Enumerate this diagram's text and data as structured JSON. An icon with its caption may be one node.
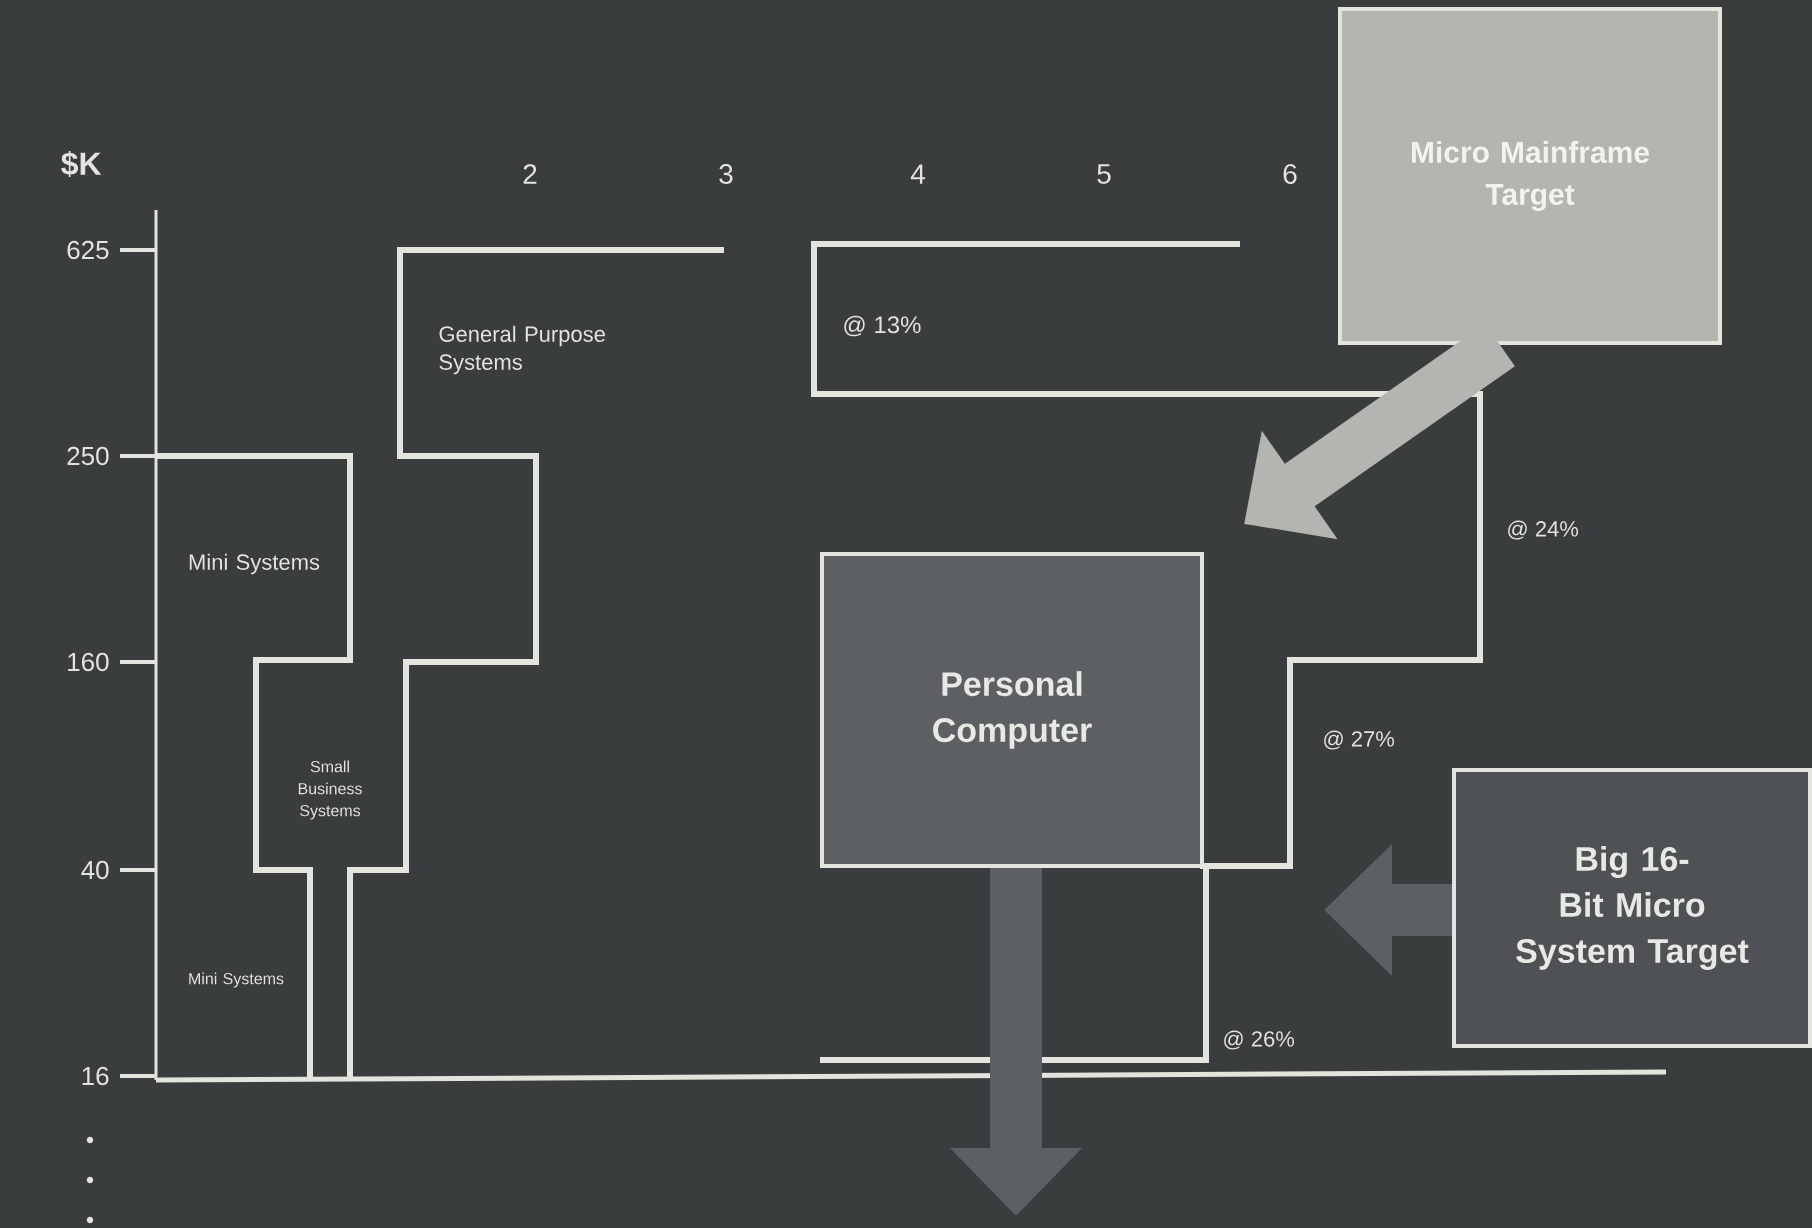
{
  "diagram": {
    "nodes": [
      {
        "text": [
          "Micro Mainframe Target"
        ]
      },
      {
        "text": [
          "Personal Computer"
        ]
      },
      {
        "text": [
          "Big 16-Bit Micro System Target"
        ]
      }
    ],
    "edges": [
      {
        "from": 0,
        "to": null,
        "arrow": "to"
      },
      {
        "from": 1,
        "to": null,
        "arrow": "to"
      },
      {
        "from": 2,
        "to": null,
        "arrow": "to"
      }
    ],
    "labels": [
      "$K",
      "2",
      "3",
      "4",
      "5",
      "6",
      "625",
      "@ 13%",
      "General Purpose Systems",
      "250",
      "@ 24%",
      "Mini Systems",
      "160",
      "@ 27%",
      "Small Business Systems",
      "40",
      "Mini Systems",
      "@ 26%",
      "16"
    ]
  }
}
